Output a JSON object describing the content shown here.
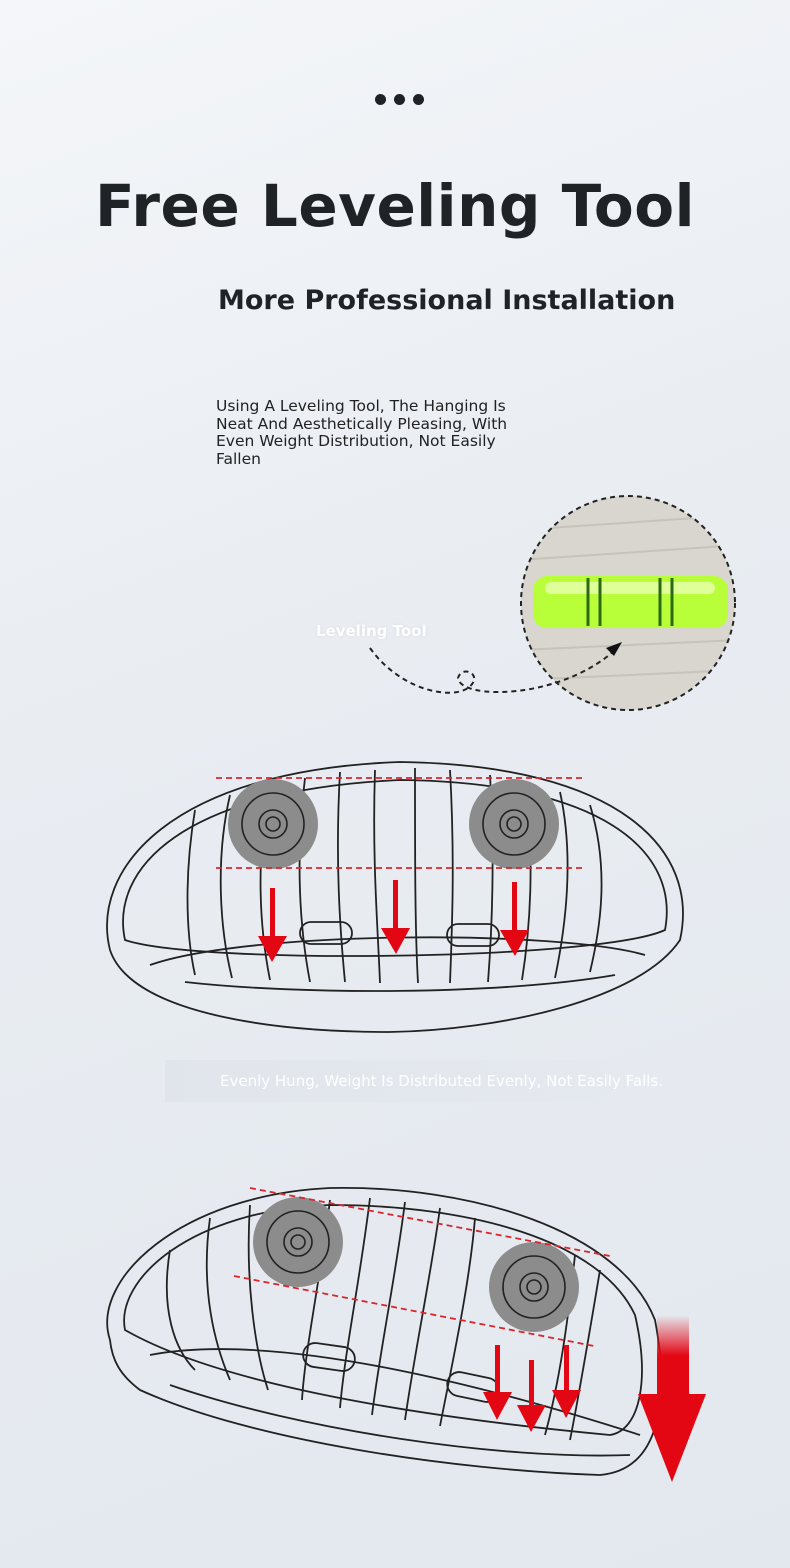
{
  "header": {
    "title": "Free Leveling Tool",
    "subtitle": "More Professional Installation"
  },
  "description": "Using A Leveling Tool, The Hanging Is Neat And Aesthetically Pleasing, With Even Weight Distribution, Not Easily Fallen",
  "callout_label": "Leveling Tool",
  "caption": "Evenly Hung, Weight Is Distributed Evenly, Not Easily Falls.",
  "colors": {
    "arrow": "#e30613",
    "guide": "#d9262c",
    "bubble": "#9cff2e",
    "text": "#1f2326"
  }
}
